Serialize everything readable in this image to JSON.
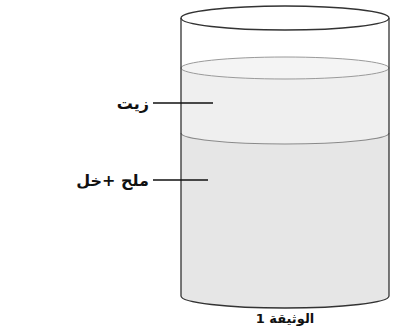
{
  "diagram": {
    "caption": "الوثيقة 1",
    "labels": [
      "زيت",
      "ملح +خل"
    ]
  }
}
